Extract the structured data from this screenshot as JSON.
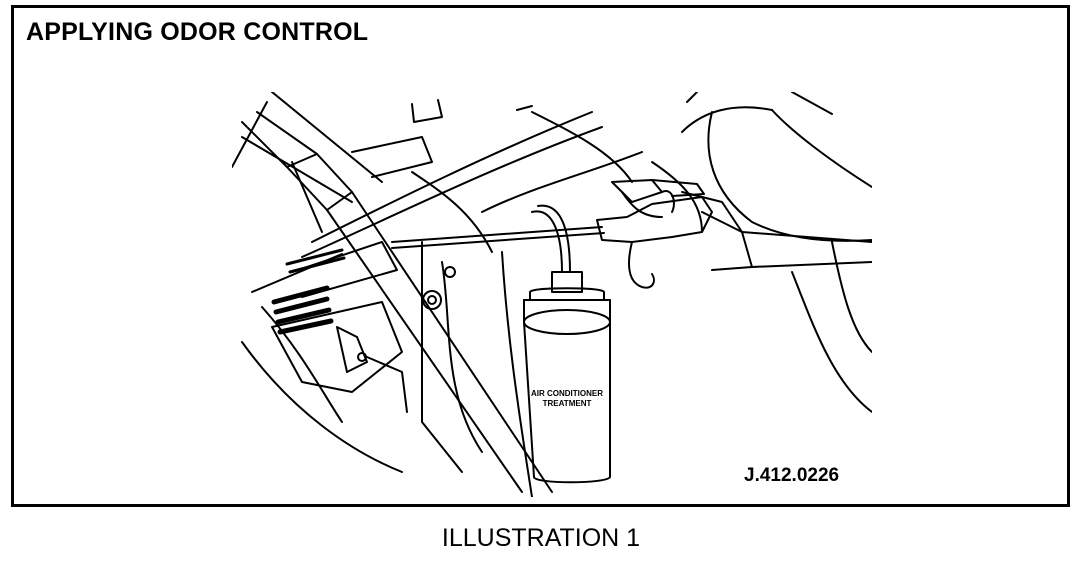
{
  "figure": {
    "title": "APPLYING ODOR CONTROL",
    "reference_code": "J.412.0226",
    "caption": "ILLUSTRATION 1",
    "bottle_label": [
      "AIR CONDITIONER",
      "TREATMENT"
    ]
  },
  "colors": {
    "line": "#000000",
    "background": "#ffffff"
  }
}
